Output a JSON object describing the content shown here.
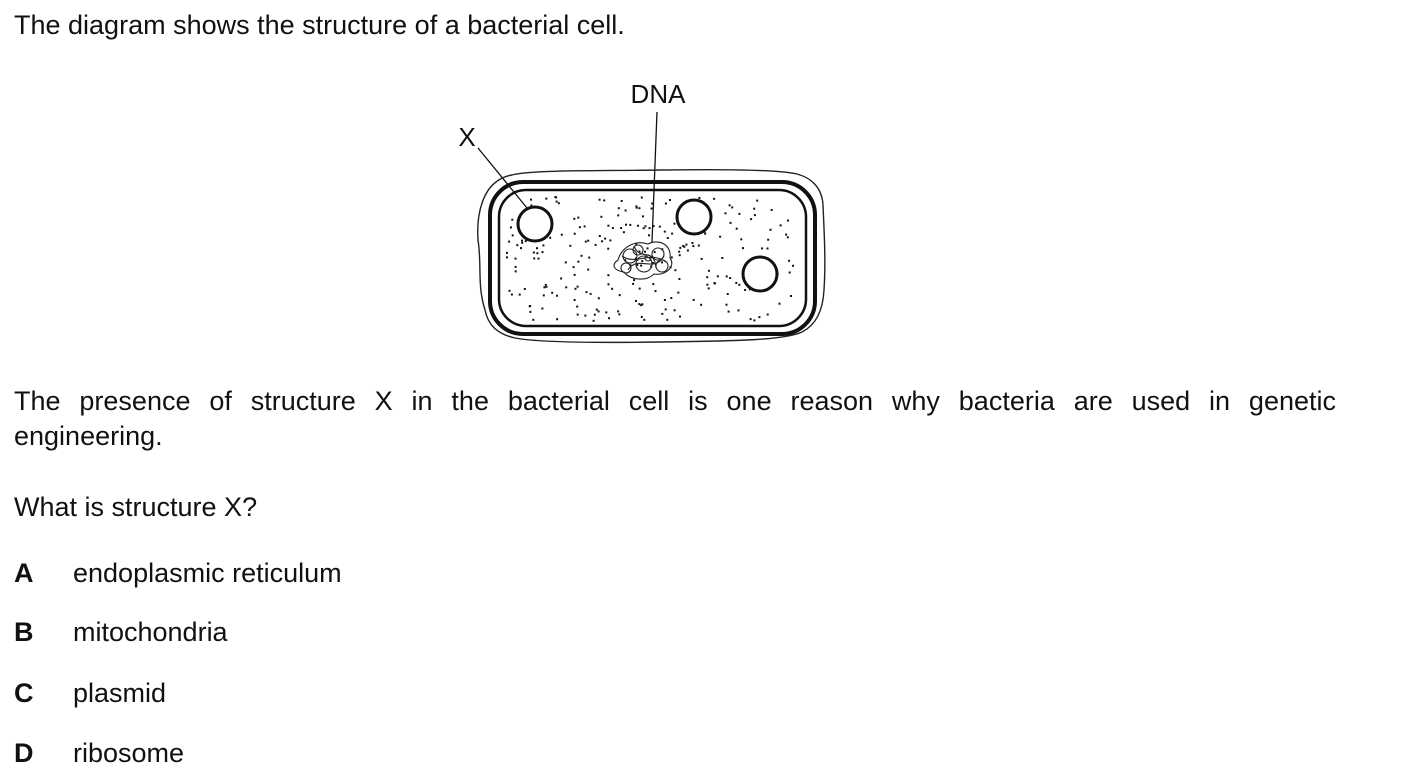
{
  "question": {
    "intro": "The diagram shows the structure of a bacterial cell.",
    "body": "The presence of structure X in the bacterial cell is one reason why bacteria are used in genetic engineering.",
    "prompt": "What is structure X?"
  },
  "diagram": {
    "label_dna": "DNA",
    "label_x": "X"
  },
  "options": [
    {
      "letter": "A",
      "text": "endoplasmic reticulum"
    },
    {
      "letter": "B",
      "text": "mitochondria"
    },
    {
      "letter": "C",
      "text": "plasmid"
    },
    {
      "letter": "D",
      "text": "ribosome"
    }
  ]
}
